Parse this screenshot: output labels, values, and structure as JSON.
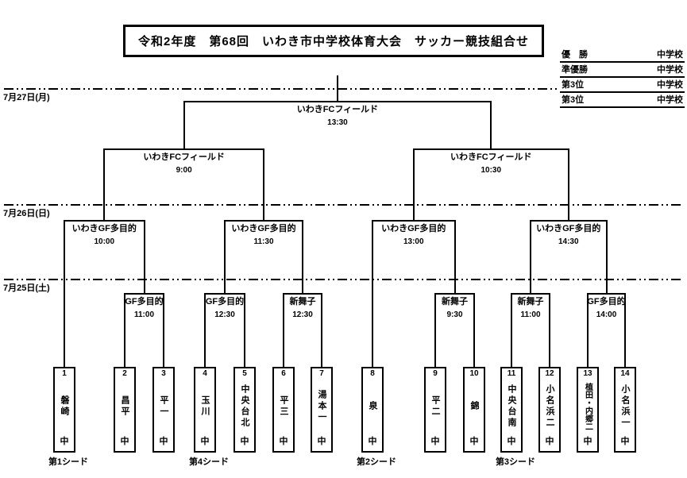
{
  "title": "令和2年度　第68回　いわき市中学校体育大会　サッカー競技組合せ",
  "standings": {
    "rows": [
      {
        "rank": "優　勝",
        "school": "中学校"
      },
      {
        "rank": "準優勝",
        "school": "中学校"
      },
      {
        "rank": "第3位",
        "school": "中学校"
      },
      {
        "rank": "第3位",
        "school": "中学校"
      }
    ]
  },
  "dates": [
    {
      "label": "7月27日(月)"
    },
    {
      "label": "7月26日(日)"
    },
    {
      "label": "7月25日(土)"
    }
  ],
  "bracket": {
    "final": {
      "venue": "いわきFCフィールド",
      "time": "13:30",
      "sources": [
        "sf-1",
        "sf-2"
      ]
    },
    "semifinals": [
      {
        "venue": "いわきFCフィールド",
        "time": "9:00",
        "sources": [
          "qf-1",
          "qf-2"
        ]
      },
      {
        "venue": "いわきFCフィールド",
        "time": "10:30",
        "sources": [
          "qf-3",
          "qf-4"
        ]
      }
    ],
    "quarterfinals": [
      {
        "venue": "いわきGF多目的",
        "time": "10:00",
        "sources": [
          "team-1",
          "round1-1"
        ]
      },
      {
        "venue": "いわきGF多目的",
        "time": "11:30",
        "sources": [
          "round1-2",
          "round1-3"
        ]
      },
      {
        "venue": "いわきGF多目的",
        "time": "13:00",
        "sources": [
          "team-8",
          "round1-4"
        ]
      },
      {
        "venue": "いわきGF多目的",
        "time": "14:30",
        "sources": [
          "round1-5",
          "round1-6"
        ]
      }
    ],
    "round1": [
      {
        "venue": "GF多目的",
        "time": "11:00",
        "teams": [
          2,
          3
        ]
      },
      {
        "venue": "GF多目的",
        "time": "12:30",
        "teams": [
          4,
          5
        ]
      },
      {
        "venue": "新舞子",
        "time": "12:30",
        "teams": [
          6,
          7
        ]
      },
      {
        "venue": "新舞子",
        "time": "9:30",
        "teams": [
          9,
          10
        ]
      },
      {
        "venue": "新舞子",
        "time": "11:00",
        "teams": [
          11,
          12
        ]
      },
      {
        "venue": "GF多目的",
        "time": "14:00",
        "teams": [
          13,
          14
        ]
      }
    ],
    "teams": [
      {
        "num": "1",
        "name": "磐崎",
        "suffix": "中"
      },
      {
        "num": "2",
        "name": "昌平",
        "suffix": "中"
      },
      {
        "num": "3",
        "name": "平一",
        "suffix": "中"
      },
      {
        "num": "4",
        "name": "玉川",
        "suffix": "中"
      },
      {
        "num": "5",
        "name": "中央台北",
        "suffix": "中"
      },
      {
        "num": "6",
        "name": "平三",
        "suffix": "中"
      },
      {
        "num": "7",
        "name": "湯本一",
        "suffix": "中"
      },
      {
        "num": "8",
        "name": "泉",
        "suffix": "中"
      },
      {
        "num": "9",
        "name": "平二",
        "suffix": "中"
      },
      {
        "num": "10",
        "name": "錦",
        "suffix": "中"
      },
      {
        "num": "11",
        "name": "中央台南",
        "suffix": "中"
      },
      {
        "num": "12",
        "name": "小名浜二",
        "suffix": "中"
      },
      {
        "num": "13",
        "name": "植田・内郷二",
        "suffix": "中"
      },
      {
        "num": "14",
        "name": "小名浜一",
        "suffix": "中"
      }
    ],
    "seeds": [
      {
        "label": "第1シード",
        "team": 1
      },
      {
        "label": "第4シード",
        "team": 4
      },
      {
        "label": "第2シード",
        "team": 8
      },
      {
        "label": "第3シード",
        "team": 11
      }
    ]
  }
}
